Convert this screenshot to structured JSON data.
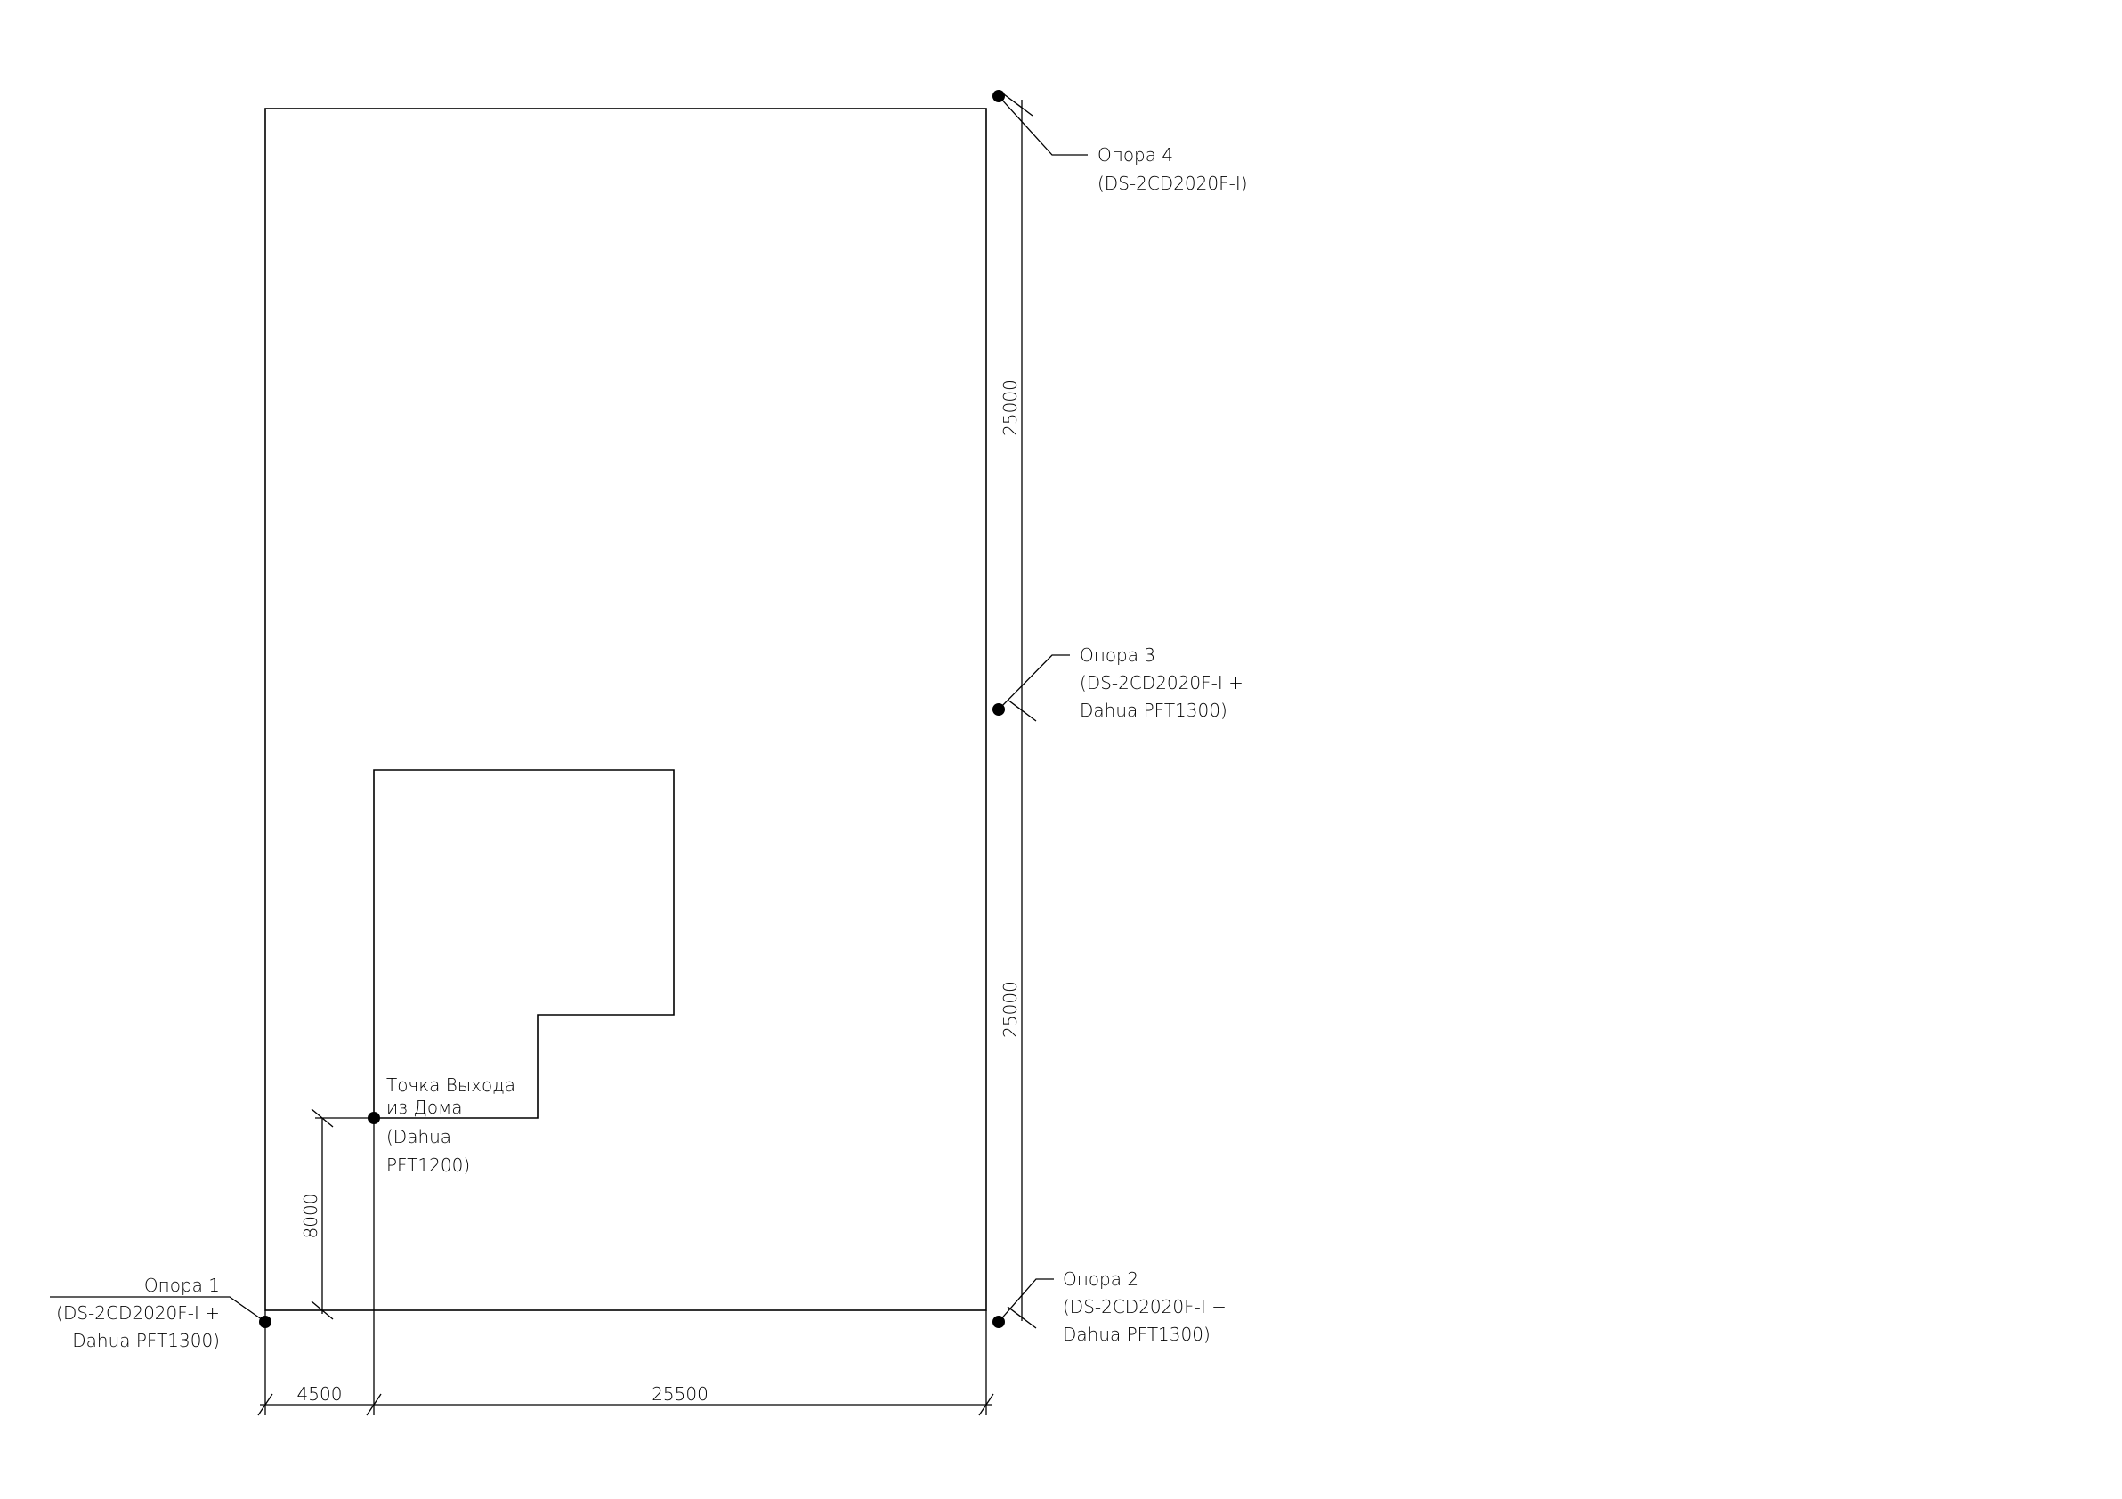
{
  "labels": {
    "support_4": [
      "Опора 4",
      "(DS-2CD2020F-I)"
    ],
    "support_3": [
      "Опора 3",
      "(DS-2CD2020F-I +",
      "Dahua PFT1300)"
    ],
    "support_2": [
      "Опора 2",
      "(DS-2CD2020F-I +",
      "Dahua PFT1300)"
    ],
    "support_1": [
      "Опора 1",
      "(DS-2CD2020F-I +",
      "Dahua PFT1300)"
    ],
    "house_exit": [
      "Точка Выхода",
      "из Дома",
      "(Dahua",
      "PFT1200)"
    ]
  },
  "dimensions": {
    "right_upper": "25000",
    "right_lower": "25000",
    "left_vertical": "8000",
    "bottom_left": "4500",
    "bottom_right": "25500"
  },
  "colors": {
    "ink": "#000000",
    "paper": "#ffffff"
  }
}
